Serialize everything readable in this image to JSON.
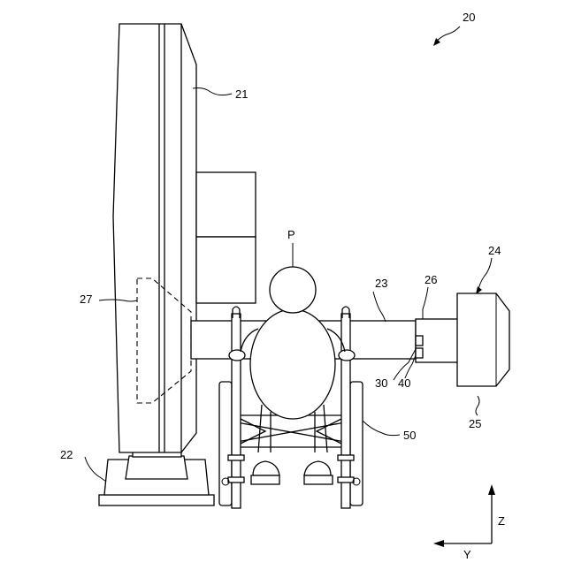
{
  "labels": {
    "device": "20",
    "column": "21",
    "base": "22",
    "arm": "23",
    "head": "24",
    "head_bottom": "25",
    "joint": "26",
    "panel": "27",
    "sensor_a": "30",
    "sensor_b": "40",
    "wheelchair": "50",
    "patient": "P"
  },
  "axes": {
    "vertical": "Z",
    "horizontal": "Y"
  }
}
